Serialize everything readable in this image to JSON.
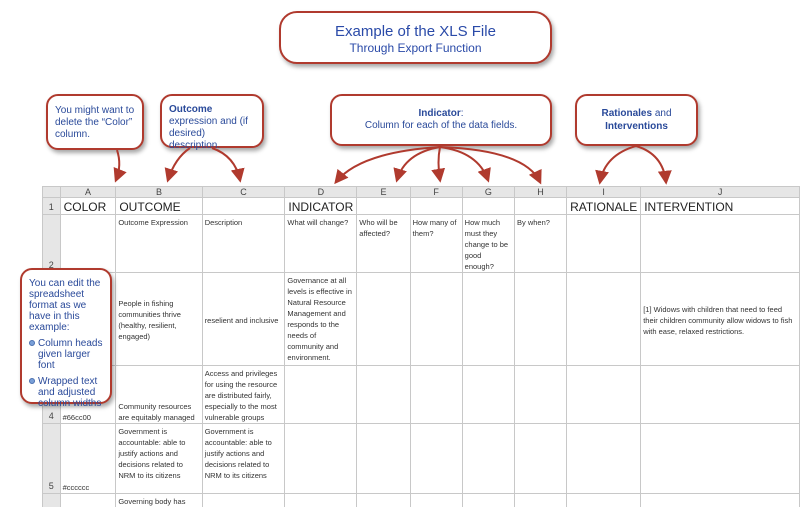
{
  "title": {
    "line1": "Example of the XLS File",
    "line2": "Through Export Function"
  },
  "callouts": {
    "color": "You might want to delete the “Color” column.",
    "outcome_bold": "Outcome",
    "outcome_rest": " expression and (if desired) description.",
    "indicator_bold": "Indicator",
    "indicator_rest": ":",
    "indicator_line2": "Column for each of the data fields.",
    "rationales_bold": "Rationales",
    "rationales_and": " and",
    "interventions_bold": "Interventions",
    "edit_intro": "You can edit the spreadsheet format as we have in this example:",
    "edit_bullets": [
      "Column heads given larger font",
      "Wrapped text and adjusted column widths"
    ]
  },
  "sheet": {
    "columns": [
      "A",
      "B",
      "C",
      "D",
      "E",
      "F",
      "G",
      "H",
      "I",
      "J"
    ],
    "row_numbers": [
      "1",
      "2",
      "",
      "4",
      "5"
    ],
    "row1": [
      "COLOR",
      "OUTCOME",
      "",
      "INDICATOR",
      "",
      "",
      "",
      "",
      "RATIONALE",
      "INTERVENTION"
    ],
    "row2": [
      "",
      "Outcome Expression",
      "Description",
      "What will change?",
      "Who will be affected?",
      "How many of them?",
      "How much must they change to be good enough?",
      "By when?",
      "",
      ""
    ],
    "row3": [
      "",
      "People in fishing communities thrive (healthy, resilient, engaged)",
      "reselient and inclusive",
      "Governance at all levels is effective in Natural Resource Management and responds to the needs of community and environment.",
      "",
      "",
      "",
      "",
      "",
      "[1] Widows with children that need to feed their children community allow widows to fish with ease, relaxed restrictions."
    ],
    "row4": [
      "#66cc00",
      "Community resources are equitably managed",
      "Access and privileges for using the resource are distributed fairly, especially to the most vulnerable groups",
      "",
      "",
      "",
      "",
      "",
      "",
      ""
    ],
    "row5": [
      "#cccccc",
      "Government is accountable: able to justify actions and decisions related to NRM to its citizens",
      "Government is accountable: able to justify actions and decisions related to NRM to its citizens",
      "",
      "",
      "",
      "",
      "",
      "",
      ""
    ],
    "row6": [
      "",
      "Governing body has",
      "",
      "",
      "",
      "",
      "",
      "",
      "",
      ""
    ]
  },
  "colors": {
    "callout_border": "#b03a2e",
    "callout_text": "#2a4a9a",
    "header_gray": "#e6e6e6"
  }
}
